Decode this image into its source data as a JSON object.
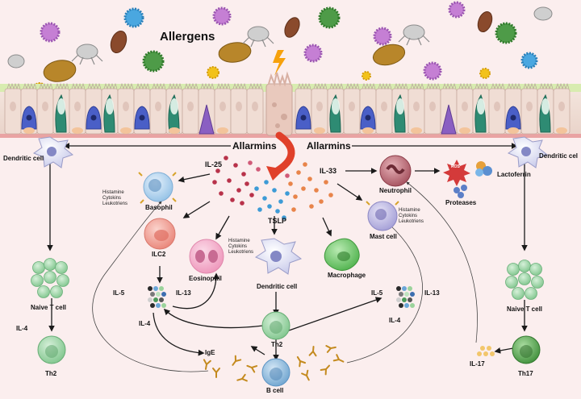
{
  "title": "Allergens",
  "allarmins": [
    "Allarmins",
    "Allarmins"
  ],
  "cytokines": {
    "il25": "IL-25",
    "il33": "IL-33",
    "tslp": "TSLP",
    "il5_left": "IL-5",
    "il13_left": "IL-13",
    "il4_left": "IL-4",
    "il5_right": "IL-5",
    "il13_right": "IL-13",
    "il4_right": "IL-4",
    "il4_naive": "IL-4",
    "ige": "IgE",
    "il17": "IL-17"
  },
  "cells": {
    "dendritic_left": "Dendritic cell",
    "dendritic_right": "Dendritic cel",
    "dendritic_center": "Dendritic cell",
    "basophil": "Basophil",
    "ilc2": "ILC2",
    "eosinophil": "Eosinophil",
    "naive_left": "Naive T cell",
    "th2_left": "Th2",
    "th2_center": "Th2",
    "b_cell": "B cell",
    "macrophage": "Macrophage",
    "mast_cell": "Mast cell",
    "neutrophil": "Neutrophil",
    "naive_right": "Naive T cell",
    "th17": "Th17"
  },
  "mediators": {
    "basophil": "Histamine Cytokins Leukotriens",
    "eosinophil": "Histamine Cytokins Leukotriens",
    "mast_cell": "Histamine Cytokins Leukotriens"
  },
  "products": {
    "proteases": "Proteases",
    "lactoferrin": "Lactoferrin",
    "ros": "ROS"
  },
  "colors": {
    "background": "#fbeeee",
    "epithelium": "#efdcd3",
    "goblet": "#2e8b73",
    "arrow": "#1a1a1a",
    "red_arrow": "#e0402a",
    "tcell": "#8fcf9a",
    "bcell": "#7bb0d8",
    "basophil": "#a9cdea",
    "ilc2": "#f09a90",
    "eosinophil": "#f3a9c8",
    "macrophage": "#6cc46a",
    "mast": "#b6b1df",
    "neutrophil": "#b5616d"
  },
  "icons": [
    "mite-icon",
    "pollen-icon",
    "seed-icon",
    "spark-icon",
    "antibody-icon"
  ]
}
